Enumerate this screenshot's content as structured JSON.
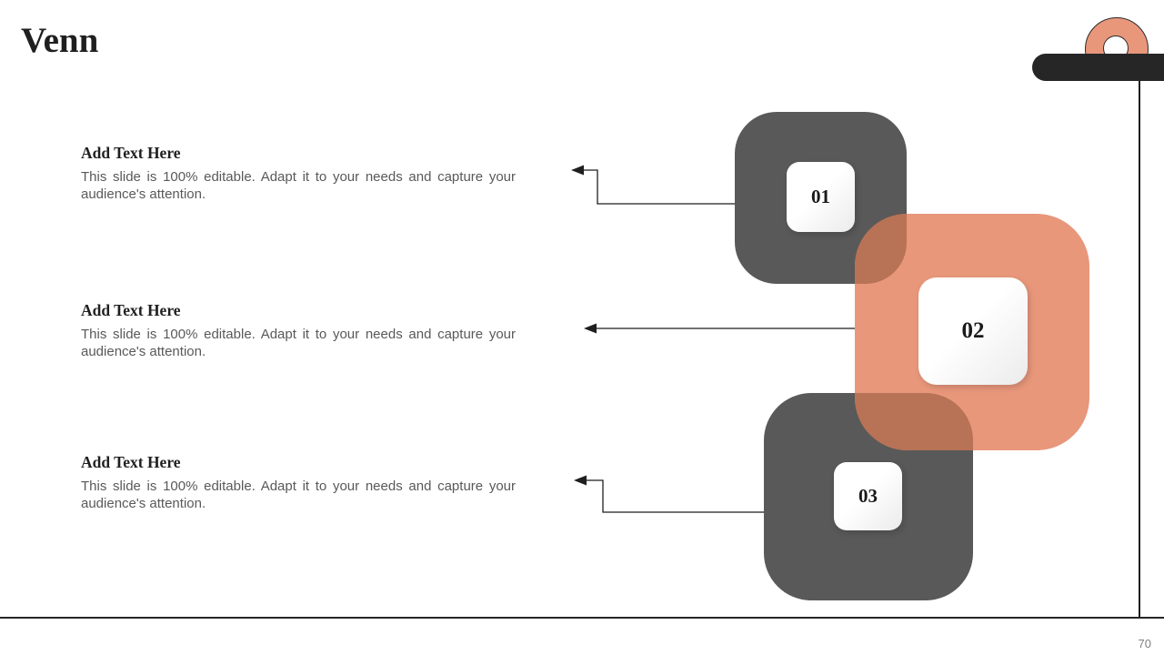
{
  "slide": {
    "title": "Venn",
    "page_number": "70"
  },
  "sections": [
    {
      "heading": "Add Text Here",
      "body": "This slide is 100% editable. Adapt it to your needs and capture your audience's attention."
    },
    {
      "heading": "Add Text Here",
      "body": "This slide is 100% editable. Adapt it to your needs and capture your audience's attention."
    },
    {
      "heading": "Add Text Here",
      "body": "This slide is 100% editable. Adapt it to your needs and capture your audience's attention."
    }
  ],
  "venn": {
    "items": [
      {
        "number": "01"
      },
      {
        "number": "02"
      },
      {
        "number": "03"
      }
    ]
  },
  "colors": {
    "dark_square": "#595959",
    "orange_square": "#E8977B",
    "overlap": "#B87255",
    "accent_bar": "#262626",
    "line": "#1f1f1f",
    "heading_text": "#1f1f1f",
    "body_text": "#595959",
    "page_number": "#7f7f7f"
  }
}
